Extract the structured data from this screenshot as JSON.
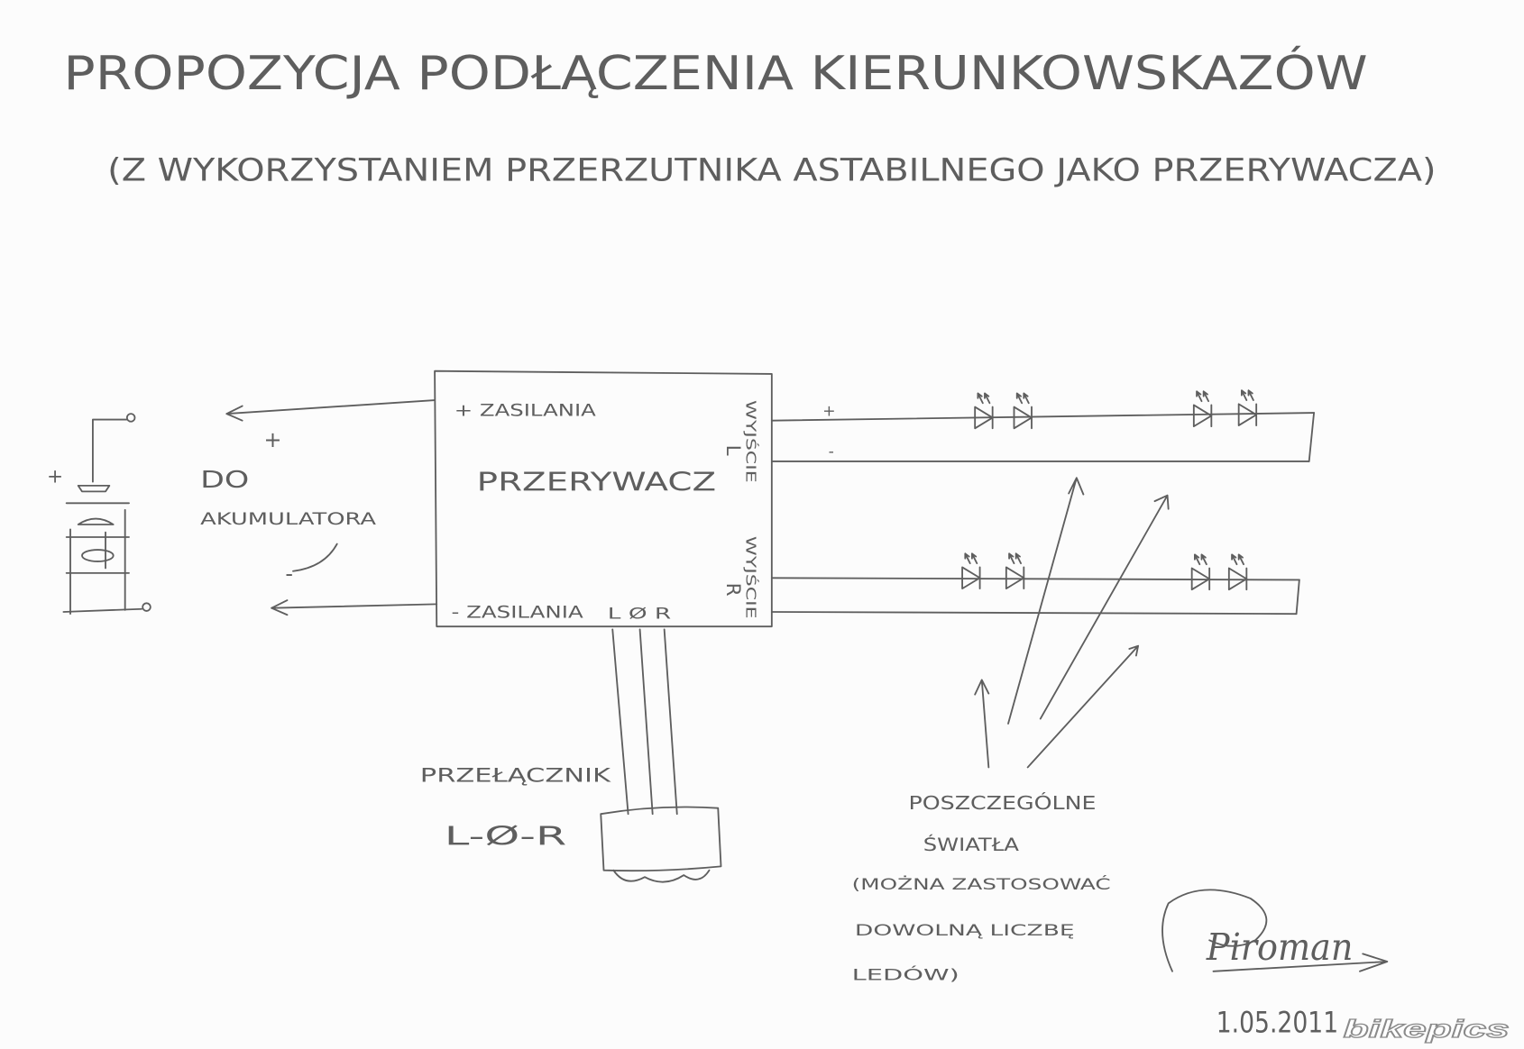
{
  "title": "PROPOZYCJA PODŁĄCZENIA KIERUNKOWSKAZÓW",
  "subtitle": "(Z WYKORZYSTANIEM PRZERZUTNIKA ASTABILNEGO JAKO PRZERYWACZA)",
  "interrupter": {
    "name": "PRZERYWACZ",
    "plus_supply": "+ ZASILANIA",
    "minus_supply": "- ZASILANIA",
    "switch_inputs": "L Ø R",
    "output_left": {
      "label": "WYJŚCIE",
      "side": "L"
    },
    "output_right": {
      "label": "WYJŚCIE",
      "side": "R"
    }
  },
  "battery": {
    "plus_sign": "+",
    "label_line1": "DO",
    "label_line2": "AKUMULATORA",
    "wire_plus": "+",
    "wire_minus": "-"
  },
  "led_strings": {
    "top_plus": "+",
    "top_minus": "-"
  },
  "switch": {
    "label_line1": "PRZEŁĄCZNIK",
    "label_line2": "L-Ø-R"
  },
  "note": {
    "line1": "POSZCZEGÓLNE",
    "line2": "ŚWIATŁA",
    "line3": "(MOŻNA ZASTOSOWAĆ",
    "line4": "DOWOLNĄ LICZBĘ",
    "line5": "LEDÓW)"
  },
  "signature": "Piroman",
  "date": "1.05.2011",
  "watermark": "bikepics",
  "colors": {
    "paper": "#fcfcfc",
    "pencil": "#5e5e5e"
  }
}
